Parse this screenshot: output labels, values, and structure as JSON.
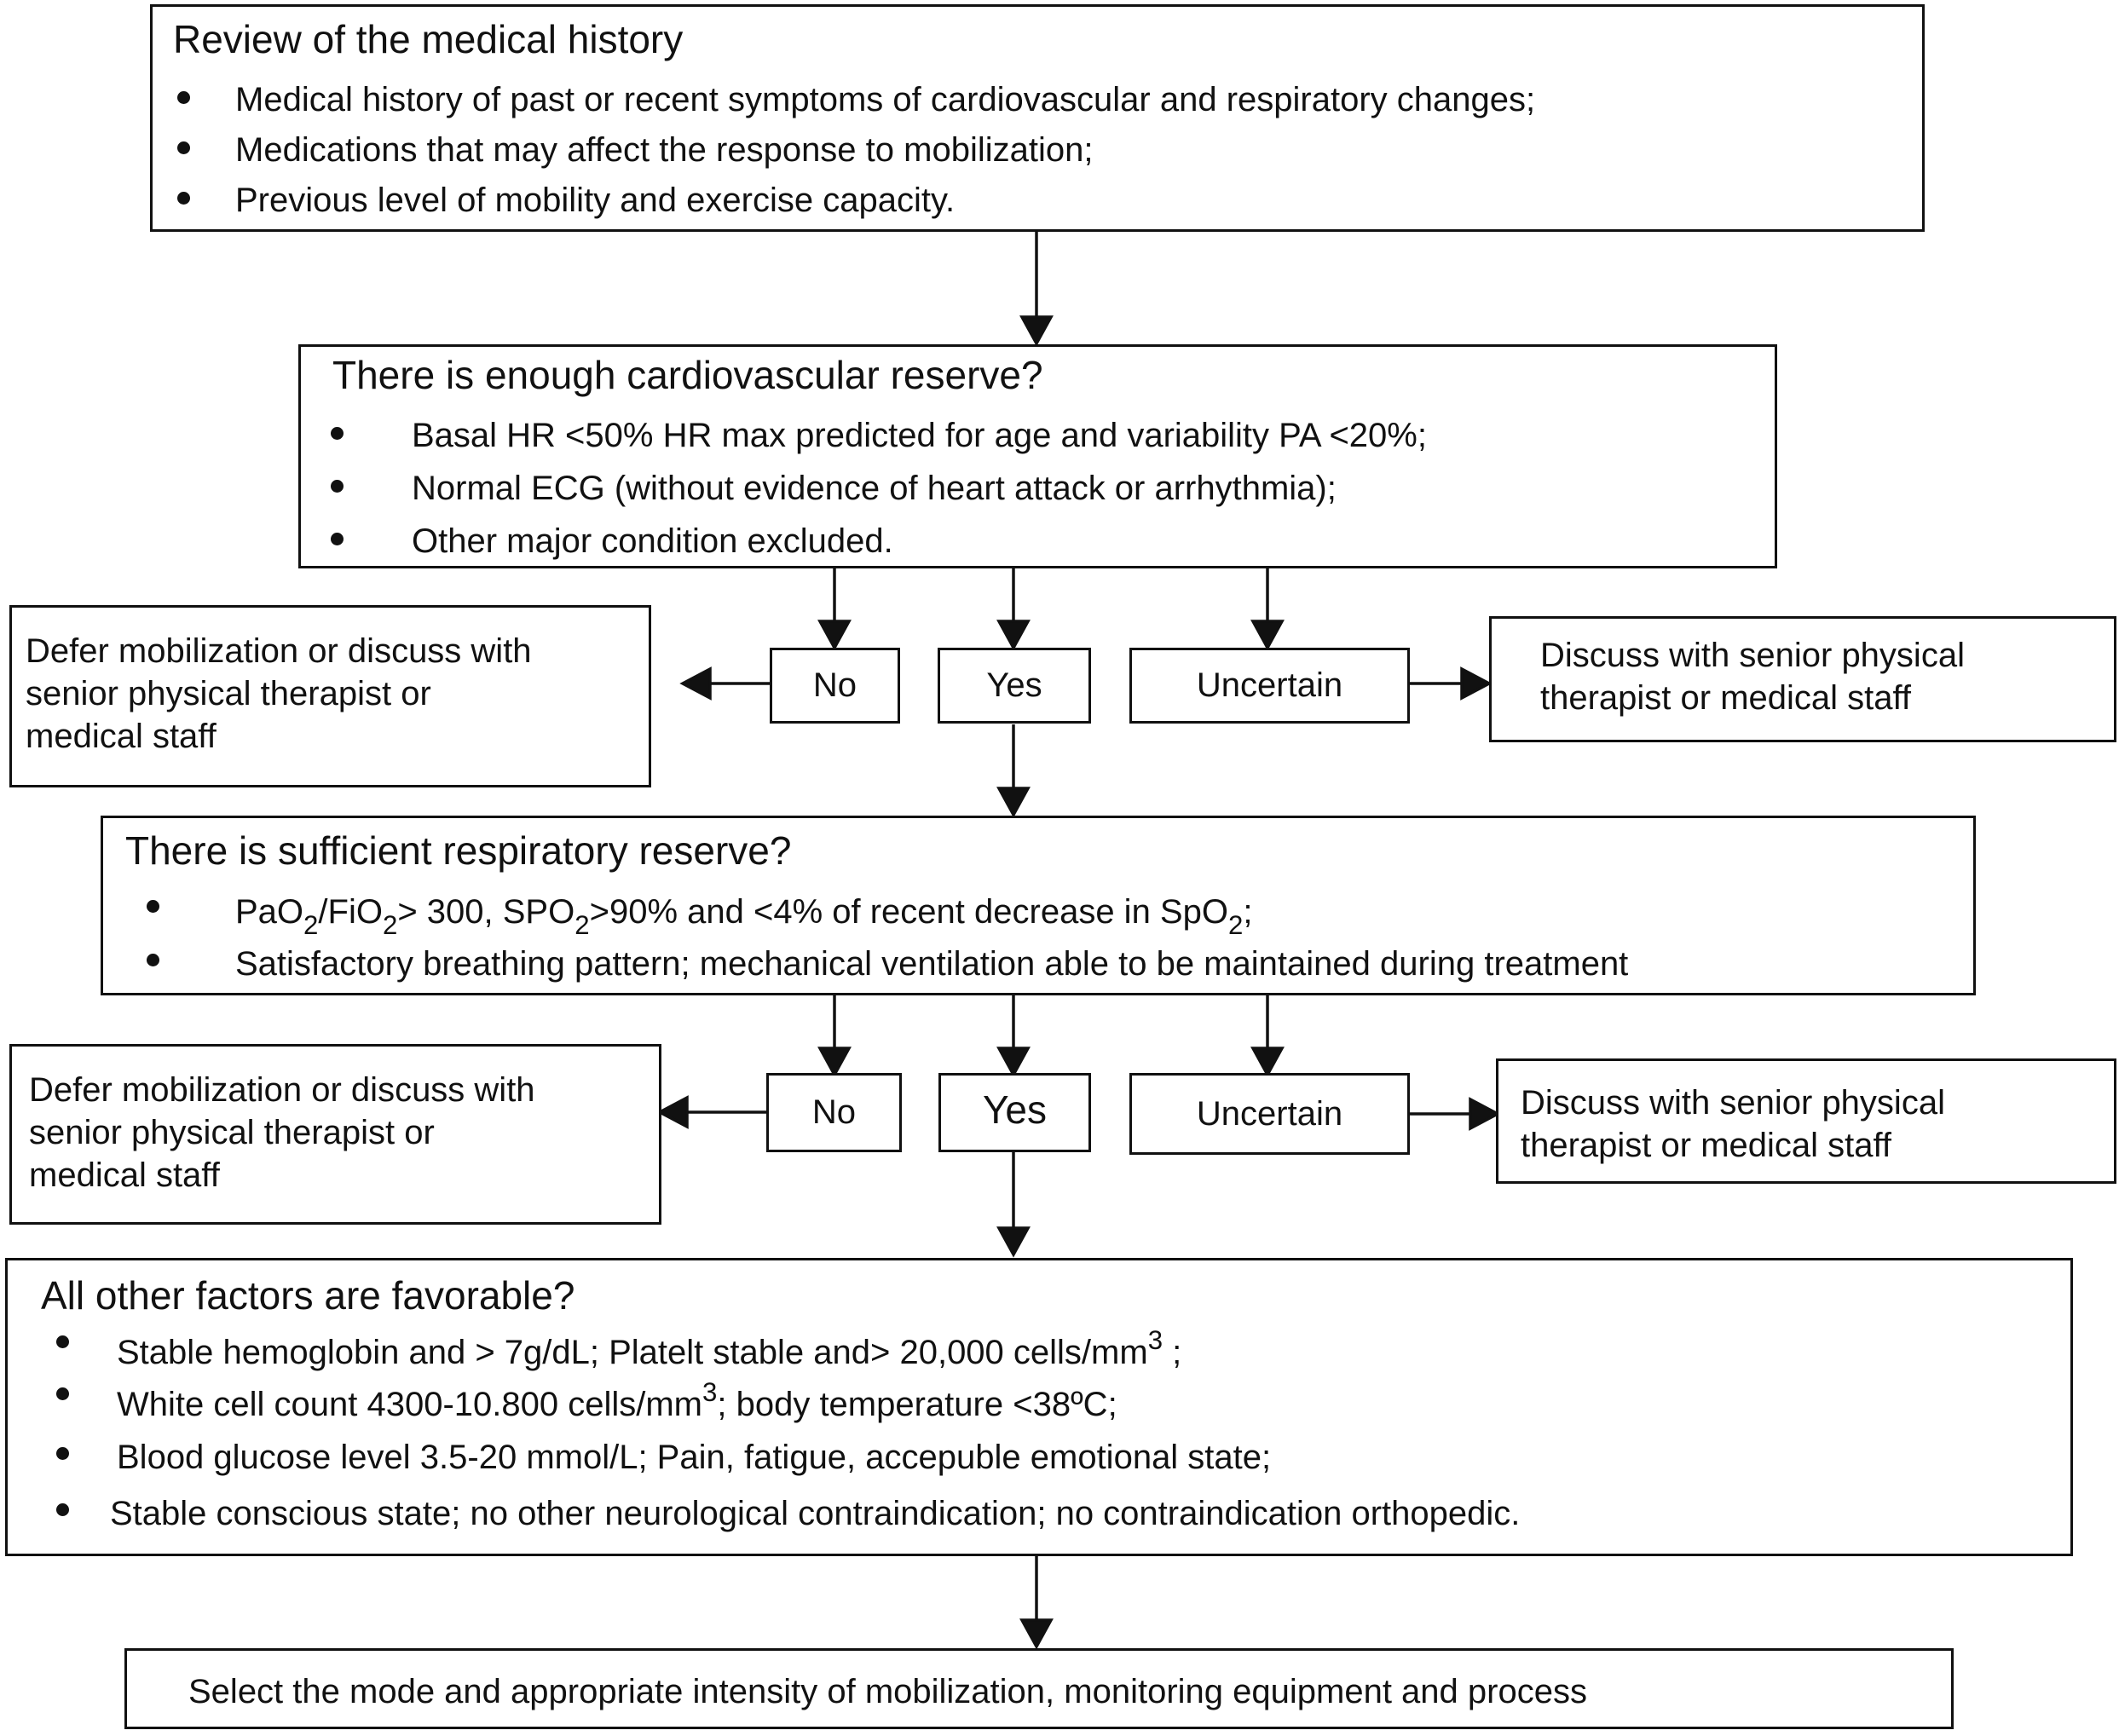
{
  "step1": {
    "title": "Review of the medical history",
    "bullets": [
      "Medical history of past or recent symptoms of cardiovascular and respiratory changes;",
      "Medications that may affect the response to mobilization;",
      "Previous level of mobility and exercise capacity."
    ]
  },
  "step2": {
    "title": "There is enough cardiovascular reserve?",
    "bullets": [
      "Basal HR <50% HR max predicted for age and variability PA <20%;",
      "Normal ECG (without evidence of heart attack or arrhythmia);",
      "Other major condition excluded."
    ]
  },
  "step3": {
    "title": "There is sufficient respiratory reserve?",
    "bullet1": {
      "pao": "PaO",
      "sub1": "2",
      "fio": "/FiO",
      "sub2": "2",
      "mid": "> 300, SPO",
      "sub3": "2",
      "rest": ">90% and <4% of recent decrease in SpO",
      "sub4": "2",
      "end": ";"
    },
    "bullet2": "Satisfactory breathing pattern; mechanical ventilation able to be maintained during treatment"
  },
  "step4": {
    "title": "All other factors are favorable?",
    "bullet1": {
      "text": "Stable hemoglobin and > 7g/dL; Platelt stable and> 20,000 cells/mm",
      "sup": "3",
      "end": " ;"
    },
    "bullet2": {
      "text": "White cell count 4300-10.800 cells/mm",
      "sup": "3",
      "end": "; body temperature <38ºC;"
    },
    "bullet3": "Blood glucose level 3.5-20 mmol/L; Pain, fatigue, accepuble emotional state;",
    "bullet4": "Stable conscious state; no other neurological contraindication; no contraindication orthopedic."
  },
  "final": "Select the mode and appropriate intensity of mobilization, monitoring equipment and process",
  "decision1": {
    "no": "No",
    "yes": "Yes",
    "uncertain": "Uncertain",
    "defer": [
      "Defer mobilization or discuss with",
      "senior physical therapist or",
      "medical staff"
    ],
    "discuss": [
      "Discuss with senior physical",
      "therapist or medical staff"
    ]
  },
  "decision2": {
    "no": "No",
    "yes": "Yes",
    "uncertain": "Uncertain",
    "defer": [
      "Defer mobilization or discuss with",
      "senior physical therapist or",
      "medical staff"
    ],
    "discuss": [
      "Discuss with senior physical",
      "therapist or medical staff"
    ]
  }
}
